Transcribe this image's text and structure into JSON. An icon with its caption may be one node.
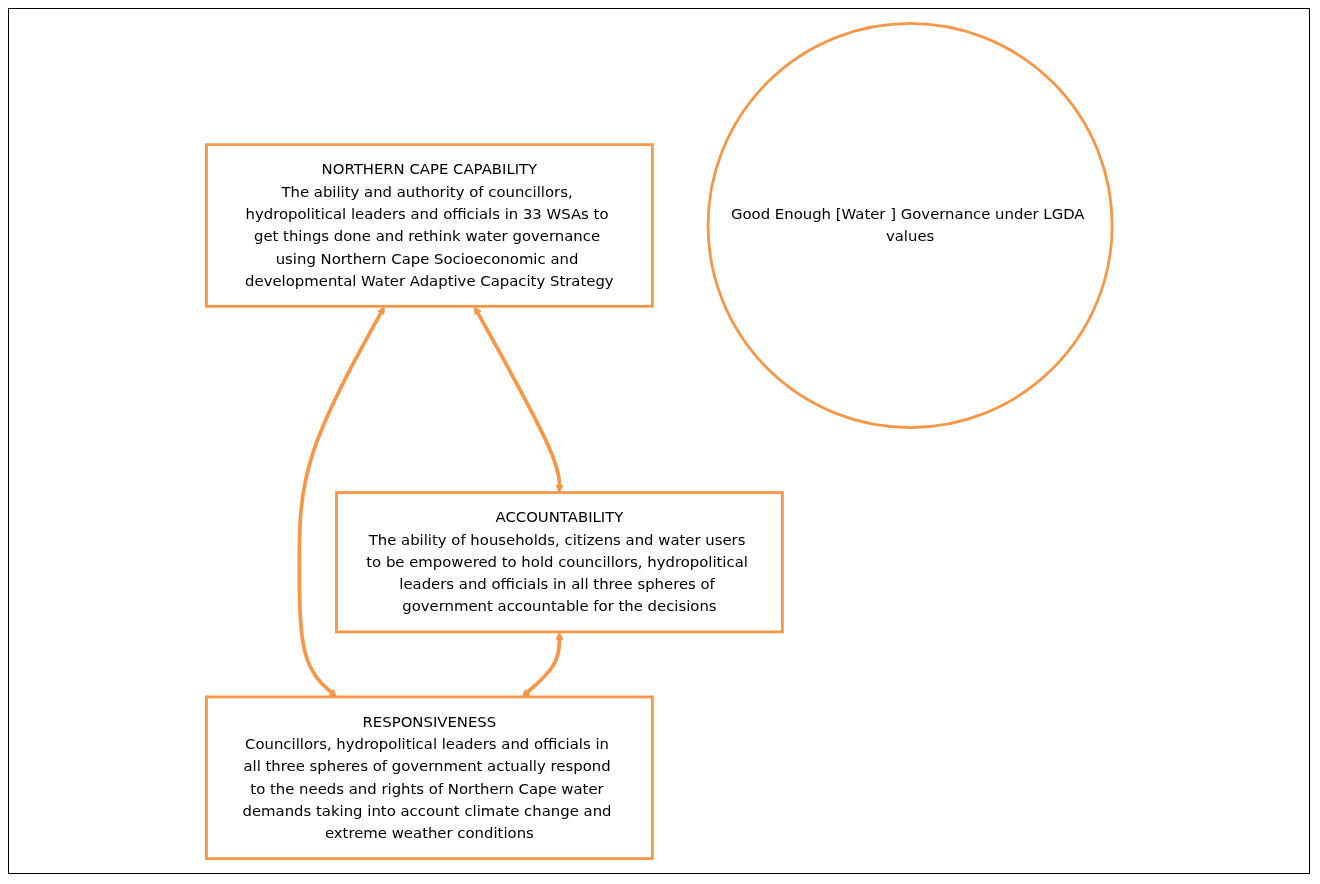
{
  "diagram": {
    "nodes": [
      {
        "text": [
          "NORTHERN CAPE CAPABILITY",
          "The ability and authority of councillors, hydropolitical leaders and officials in 33 WSAs to get things done and rethink water governance using Northern Cape Socioeconomic and developmental Water Adaptive Capacity Strategy"
        ]
      },
      {
        "text": [
          "ACCOUNTABILITY",
          "The ability of households, citizens and water users to be empowered to hold councillors, hydropolitical leaders and officials in all three spheres of government accountable for the decisions"
        ]
      },
      {
        "text": [
          "Good Enough [Water ] Governance under LGDA values"
        ]
      },
      {
        "text": [
          "RESPONSIVENESS",
          "Councillors, hydropolitical leaders and officials in all three spheres of government actually respond to the needs and rights of Northern Cape water demands taking into account climate change and extreme weather conditions"
        ]
      }
    ],
    "edges": [
      {
        "from": 0,
        "to": 1,
        "arrow": "both"
      },
      {
        "from": 0,
        "to": 3,
        "arrow": "both"
      },
      {
        "from": 1,
        "to": 3,
        "arrow": "both"
      }
    ]
  }
}
